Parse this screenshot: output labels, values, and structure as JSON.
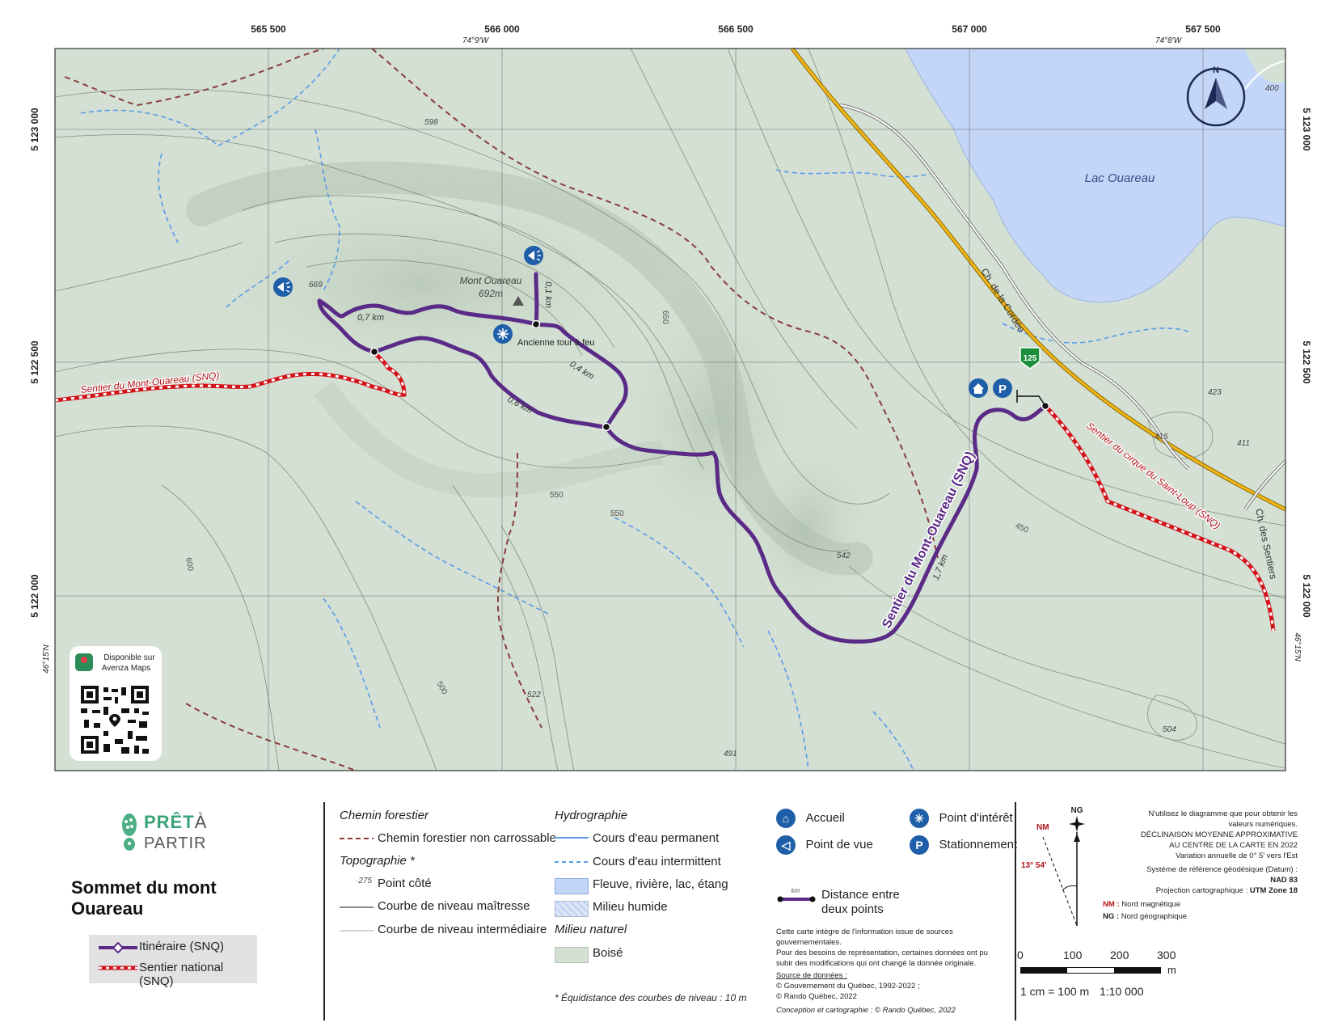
{
  "map": {
    "grid_labels_x": [
      "565 500",
      "566 000",
      "566 500",
      "567 000",
      "567 500"
    ],
    "grid_labels_y": [
      "5 123 000",
      "5 122 500",
      "5 122 000"
    ],
    "longitude_labels": [
      "74°9'W",
      "74°8'W"
    ],
    "latitude_label": "46°15'N",
    "lake_name": "Lac Ouareau",
    "summit_name": "Mont Ouareau",
    "summit_elevation": "692m",
    "poi_name": "Ancienne tour à feu",
    "road_names": [
      "Ch. de la Cordée",
      "Ch. des Sentiers"
    ],
    "route_number": "125",
    "trail_labels": [
      "Sentier du Mont-Ouareau (SNQ)",
      "Sentier du Mont-Ouareau (SNQ)",
      "Sentier du cirque du Saint-Loup (SNQ)"
    ],
    "distance_labels": [
      "0,7 km",
      "0,1 km",
      "0,4 km",
      "0,6 km",
      "1,7 km"
    ],
    "spot_heights": [
      "598",
      "669",
      "423",
      "415",
      "411",
      "400",
      "542",
      "522",
      "491",
      "504"
    ],
    "contour_labels": [
      "550",
      "600",
      "650",
      "500",
      "450"
    ],
    "qr_panel": {
      "line1": "Disponible sur",
      "line2": "Avenza Maps"
    },
    "north_arrow_letter": "N"
  },
  "brand": {
    "line1": "PRÊT",
    "line1b": "À",
    "line2": "PARTIR"
  },
  "title": "Sommet du mont Ouareau",
  "legend_trail": {
    "itinerary": "Itinéraire (SNQ)",
    "national": "Sentier national (SNQ)"
  },
  "legend": {
    "forest_road_title": "Chemin forestier",
    "forest_road_item": "Chemin forestier non carrossable",
    "topo_title": "Topographie *",
    "spot_height_item": "Point côté",
    "spot_height_sample": "275",
    "master_contour_item": "Courbe de niveau maîtresse",
    "intermediate_contour_item": "Courbe de niveau intermédiaire",
    "hydro_title": "Hydrographie",
    "perm_stream": "Cours d'eau permanent",
    "int_stream": "Cours d'eau intermittent",
    "lake_item": "Fleuve, rivière, lac, étang",
    "wetland_item": "Milieu humide",
    "natural_title": "Milieu naturel",
    "forest_item": "Boisé",
    "footnote": "* Équidistance des courbes de niveau : 10 m"
  },
  "symbols": {
    "accueil": "Accueil",
    "viewpoint": "Point de vue",
    "poi": "Point d'intérêt",
    "parking": "Stationnement",
    "parking_letter": "P",
    "km_tag": "km"
  },
  "distance_legend": {
    "line1": "Distance entre",
    "line2": "deux points"
  },
  "credits": {
    "line1": "Cette carte intègre de l'information issue de sources gouvernementales.",
    "line2": "Pour des besoins de représentation, certaines données ont pu",
    "line3": "subir des modifications qui ont changé la donnée originale.",
    "source_title": "Source de données :",
    "source1": "© Gouvernement du Québec, 1992-2022 ;",
    "source2": "© Rando Québec, 2022",
    "design": "Conception et cartographie : © Rando Québec, 2022"
  },
  "declination": {
    "ng_label": "NG",
    "nm_label": "NM",
    "angle": "13° 54'",
    "nm_legend_key": "NM :",
    "nm_legend_text": "Nord magnétique",
    "ng_legend_key": "NG :",
    "ng_legend_text": "Nord géographique",
    "note1": "N'utilisez le diagramme que pour obtenir les",
    "note2": "valeurs numériques.",
    "note3": "DÉCLINAISON MOYENNE APPROXIMATIVE",
    "note4": "AU CENTRE DE LA CARTE EN 2022",
    "note5": "Variation annuelle de 0° 5' vers l'Est",
    "datum_label": "Système de référence géodésique (Datum) :",
    "datum_value": "NAD 83",
    "projection_label": "Projection cartographique :",
    "projection_value": "UTM Zone 18"
  },
  "scale": {
    "ticks": [
      "0",
      "100",
      "200",
      "300"
    ],
    "unit": "m",
    "ratio_text": "1 cm = 100 m",
    "ratio": "1:10 000"
  },
  "colors": {
    "forest": "#d3e0d3",
    "water": "#c3d6f8",
    "trail_purple": "#5a2a86",
    "snq_red": "#d3121a",
    "icon_blue": "#1f5ea8",
    "road_yellow": "#f4b716"
  }
}
